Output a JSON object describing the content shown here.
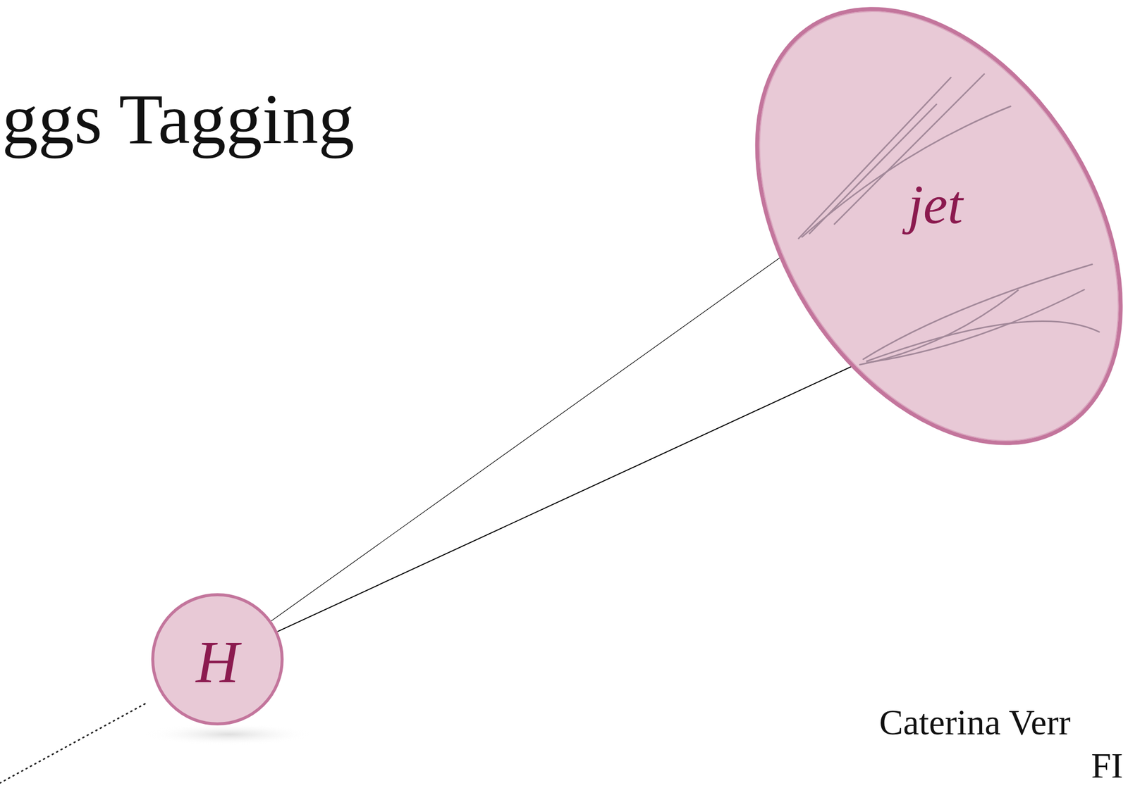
{
  "diagram": {
    "title": "ggs Tagging",
    "nodes": [
      {
        "text": [
          "jet"
        ]
      },
      {
        "text": [
          "H"
        ]
      }
    ],
    "edges": [
      {
        "from": 1,
        "to": 0,
        "arrow": "none"
      },
      {
        "from": 1,
        "to": 0,
        "arrow": "none"
      }
    ],
    "labels": [
      "Caterina Verr",
      "FI"
    ]
  }
}
